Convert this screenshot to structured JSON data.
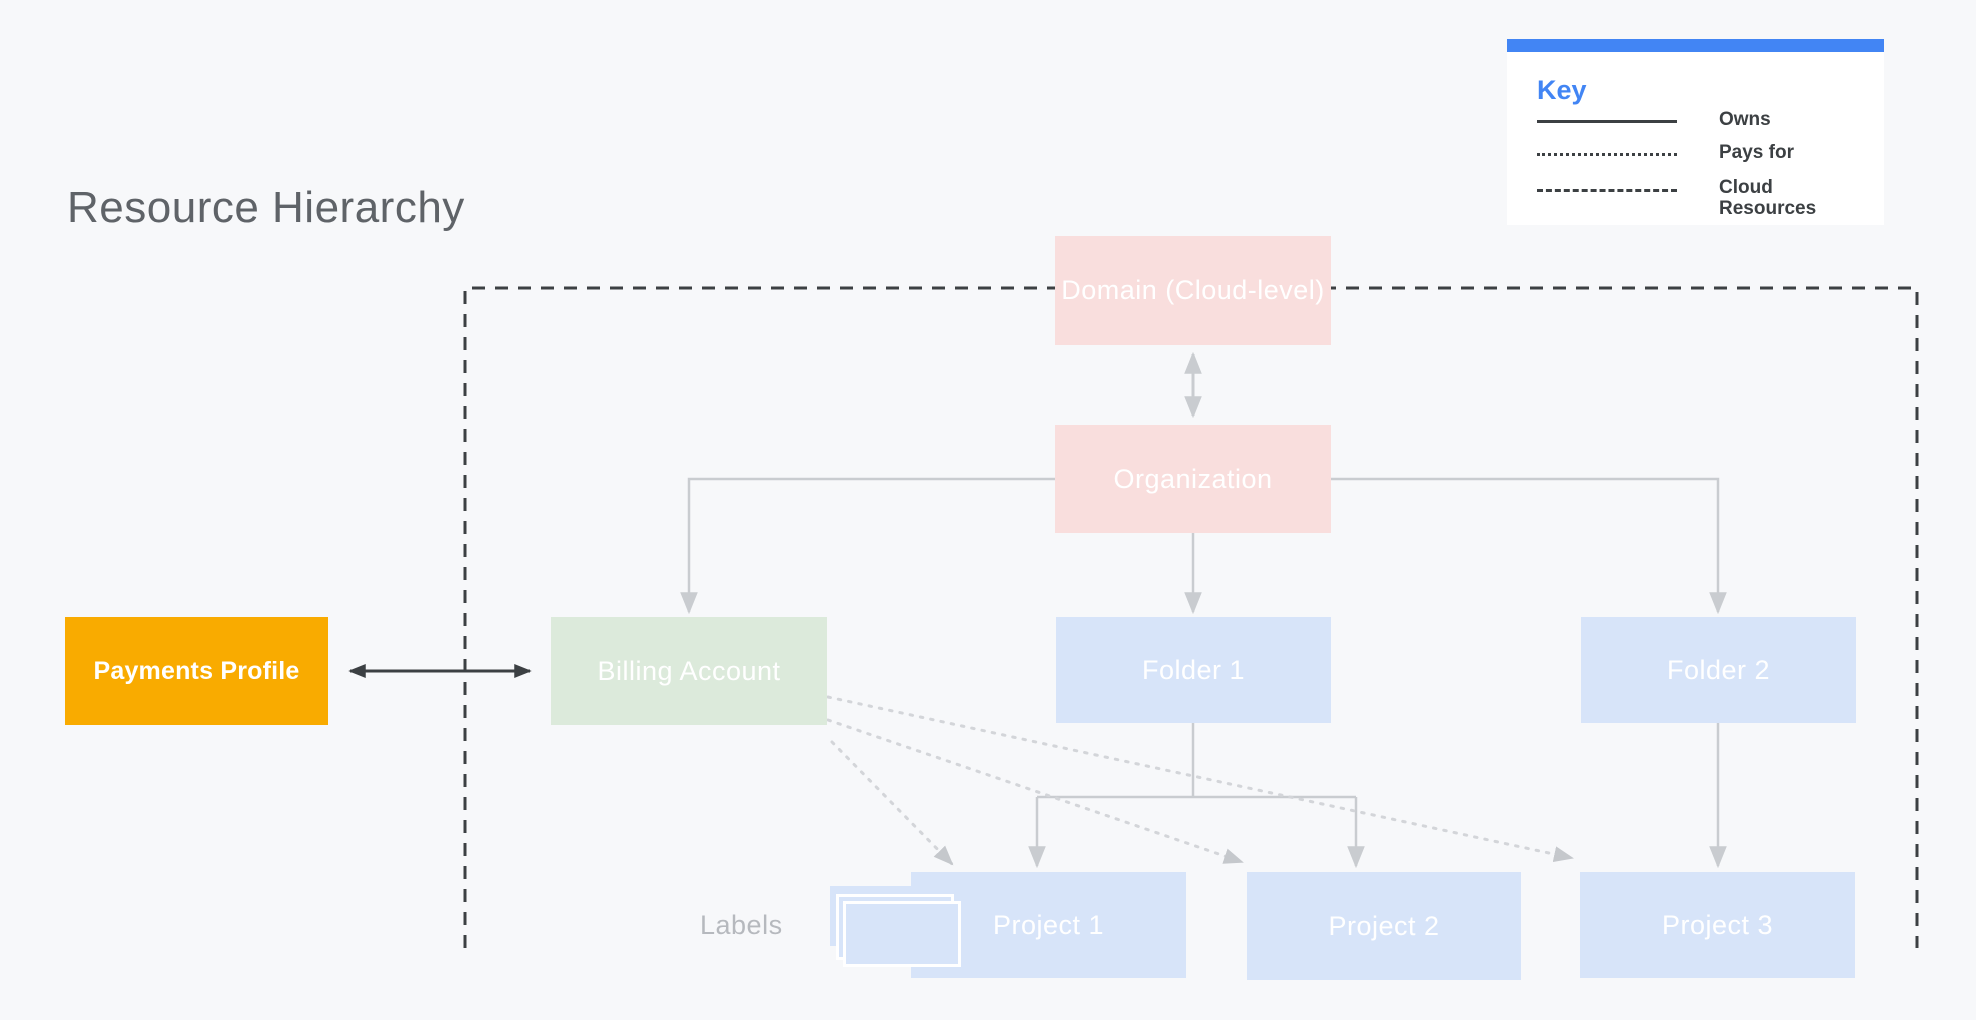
{
  "title": "Resource Hierarchy",
  "legend": {
    "heading": "Key",
    "items": [
      {
        "label": "Owns",
        "line_style": "solid"
      },
      {
        "label": "Pays for",
        "line_style": "dotted"
      },
      {
        "label": "Cloud Resources",
        "line_style": "dashed"
      }
    ]
  },
  "nodes": {
    "domain": "Domain (Cloud-level)",
    "organization": "Organization",
    "billing_account": "Billing Account",
    "folder_1": "Folder 1",
    "folder_2": "Folder 2",
    "project_1": "Project 1",
    "project_2": "Project 2",
    "project_3": "Project 3",
    "payments_profile": "Payments Profile",
    "labels_caption": "Labels"
  },
  "relations": {
    "owns": [
      "Organization→Billing Account",
      "Organization→Folder 1",
      "Organization→Folder 2",
      "Folder 1→Project 1",
      "Folder 1→Project 2",
      "Folder 2→Project 3"
    ],
    "pays_for": [
      "Billing Account→Project 1",
      "Billing Account→Project 2",
      "Billing Account→Project 3"
    ],
    "bidirectional": [
      "Payments Profile↔Billing Account",
      "Domain (Cloud-level)↔Organization"
    ]
  },
  "colors": {
    "bg": "#f7f8fa",
    "accent-blue": "#4285f4",
    "node-pink": "#f9dedd",
    "node-green": "#dceadb",
    "node-blue": "#d7e4f9",
    "node-yellow": "#f9ab00",
    "title-gray": "#5f6368",
    "legend-dark": "#3c4043",
    "line-light": "#c9ccd0",
    "line-dotted": "#d3d5d9",
    "line-dark": "#3c4043",
    "labels-gray": "#b6b9be"
  }
}
